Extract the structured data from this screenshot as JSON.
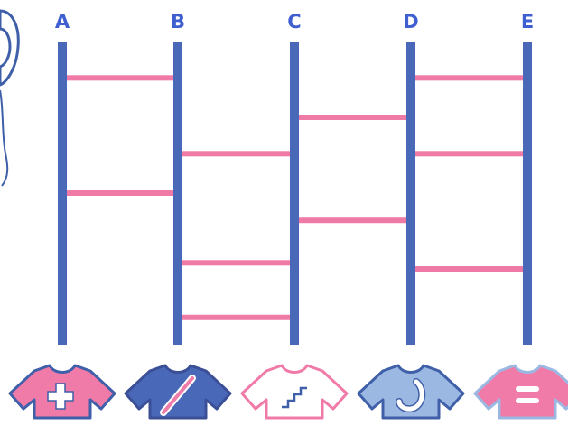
{
  "puzzle": {
    "columns": [
      {
        "label": "A",
        "shirt": {
          "name": "shirt-a",
          "body_color": "#f07aa8",
          "outline_color": "#3f5fa8",
          "icon": "plus-icon",
          "icon_color": "#ffffff"
        }
      },
      {
        "label": "B",
        "shirt": {
          "name": "shirt-b",
          "body_color": "#4a68b8",
          "outline_color": "#3a4f96",
          "icon": "slash-icon",
          "icon_color": "#f07aa8"
        }
      },
      {
        "label": "C",
        "shirt": {
          "name": "shirt-c",
          "body_color": "#ffffff",
          "outline_color": "#f07aa8",
          "icon": "stairs-icon",
          "icon_color": "#3f5fa8"
        }
      },
      {
        "label": "D",
        "shirt": {
          "name": "shirt-d",
          "body_color": "#9bb8e2",
          "outline_color": "#3f5fa8",
          "icon": "hook-icon",
          "icon_color": "#ffffff"
        }
      },
      {
        "label": "E",
        "shirt": {
          "name": "shirt-e",
          "body_color": "#f07aa8",
          "outline_color": "#9bb8e2",
          "icon": "equals-icon",
          "icon_color": "#ffffff"
        }
      }
    ],
    "rungs": [
      {
        "from": "A",
        "to": "B",
        "level": 0.12
      },
      {
        "from": "A",
        "to": "B",
        "level": 0.5
      },
      {
        "from": "B",
        "to": "C",
        "level": 0.37
      },
      {
        "from": "B",
        "to": "C",
        "level": 0.73
      },
      {
        "from": "B",
        "to": "C",
        "level": 0.91
      },
      {
        "from": "C",
        "to": "D",
        "level": 0.25
      },
      {
        "from": "C",
        "to": "D",
        "level": 0.59
      },
      {
        "from": "D",
        "to": "E",
        "level": 0.12
      },
      {
        "from": "D",
        "to": "E",
        "level": 0.37
      },
      {
        "from": "D",
        "to": "E",
        "level": 0.75
      }
    ],
    "colors": {
      "pole": "#4a68b8",
      "rung": "#ef7aa6",
      "label": "#3f5fd0",
      "character": "#3f5fa8"
    }
  }
}
